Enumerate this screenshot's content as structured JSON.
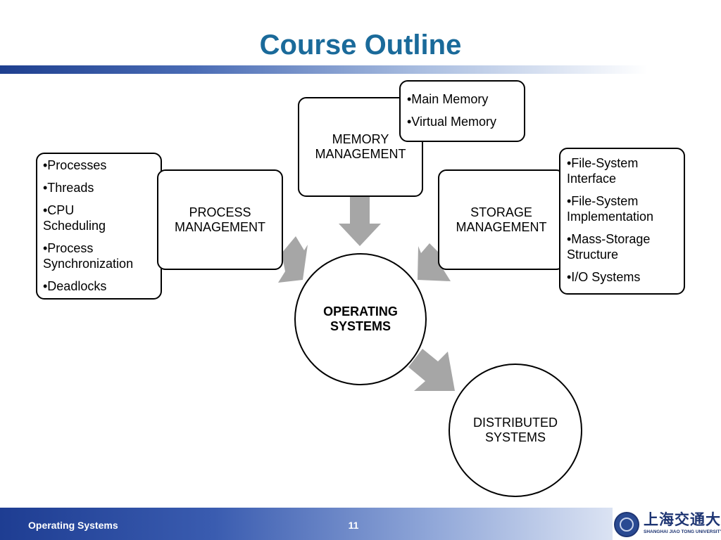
{
  "title": "Course Outline",
  "diagram": {
    "memory_management": {
      "label": "MEMORY MANAGEMENT",
      "topics": [
        "•Main Memory",
        "•Virtual Memory"
      ]
    },
    "process_management": {
      "label": "PROCESS MANAGEMENT",
      "topics": [
        "•Processes",
        "•Threads",
        "•CPU Scheduling",
        "•Process Synchronization",
        "•Deadlocks"
      ]
    },
    "storage_management": {
      "label": "STORAGE MANAGEMENT",
      "topics": [
        "•File-System Interface",
        "•File-System Implementation",
        "•Mass-Storage Structure",
        "•I/O Systems"
      ]
    },
    "center": {
      "label": "OPERATING SYSTEMS"
    },
    "distributed": {
      "label": "DISTRIBUTED SYSTEMS"
    }
  },
  "footer": {
    "course": "Operating Systems",
    "page_number": "11",
    "logo_chinese": "上海交通大学",
    "logo_english": "SHANGHAI JIAO TONG UNIVERSITY"
  },
  "colors": {
    "title": "#1a6a9a",
    "arrow": "#a6a6a6",
    "footer_band_start": "#1e3d92",
    "footer_band_end": "#dbe3f3"
  }
}
